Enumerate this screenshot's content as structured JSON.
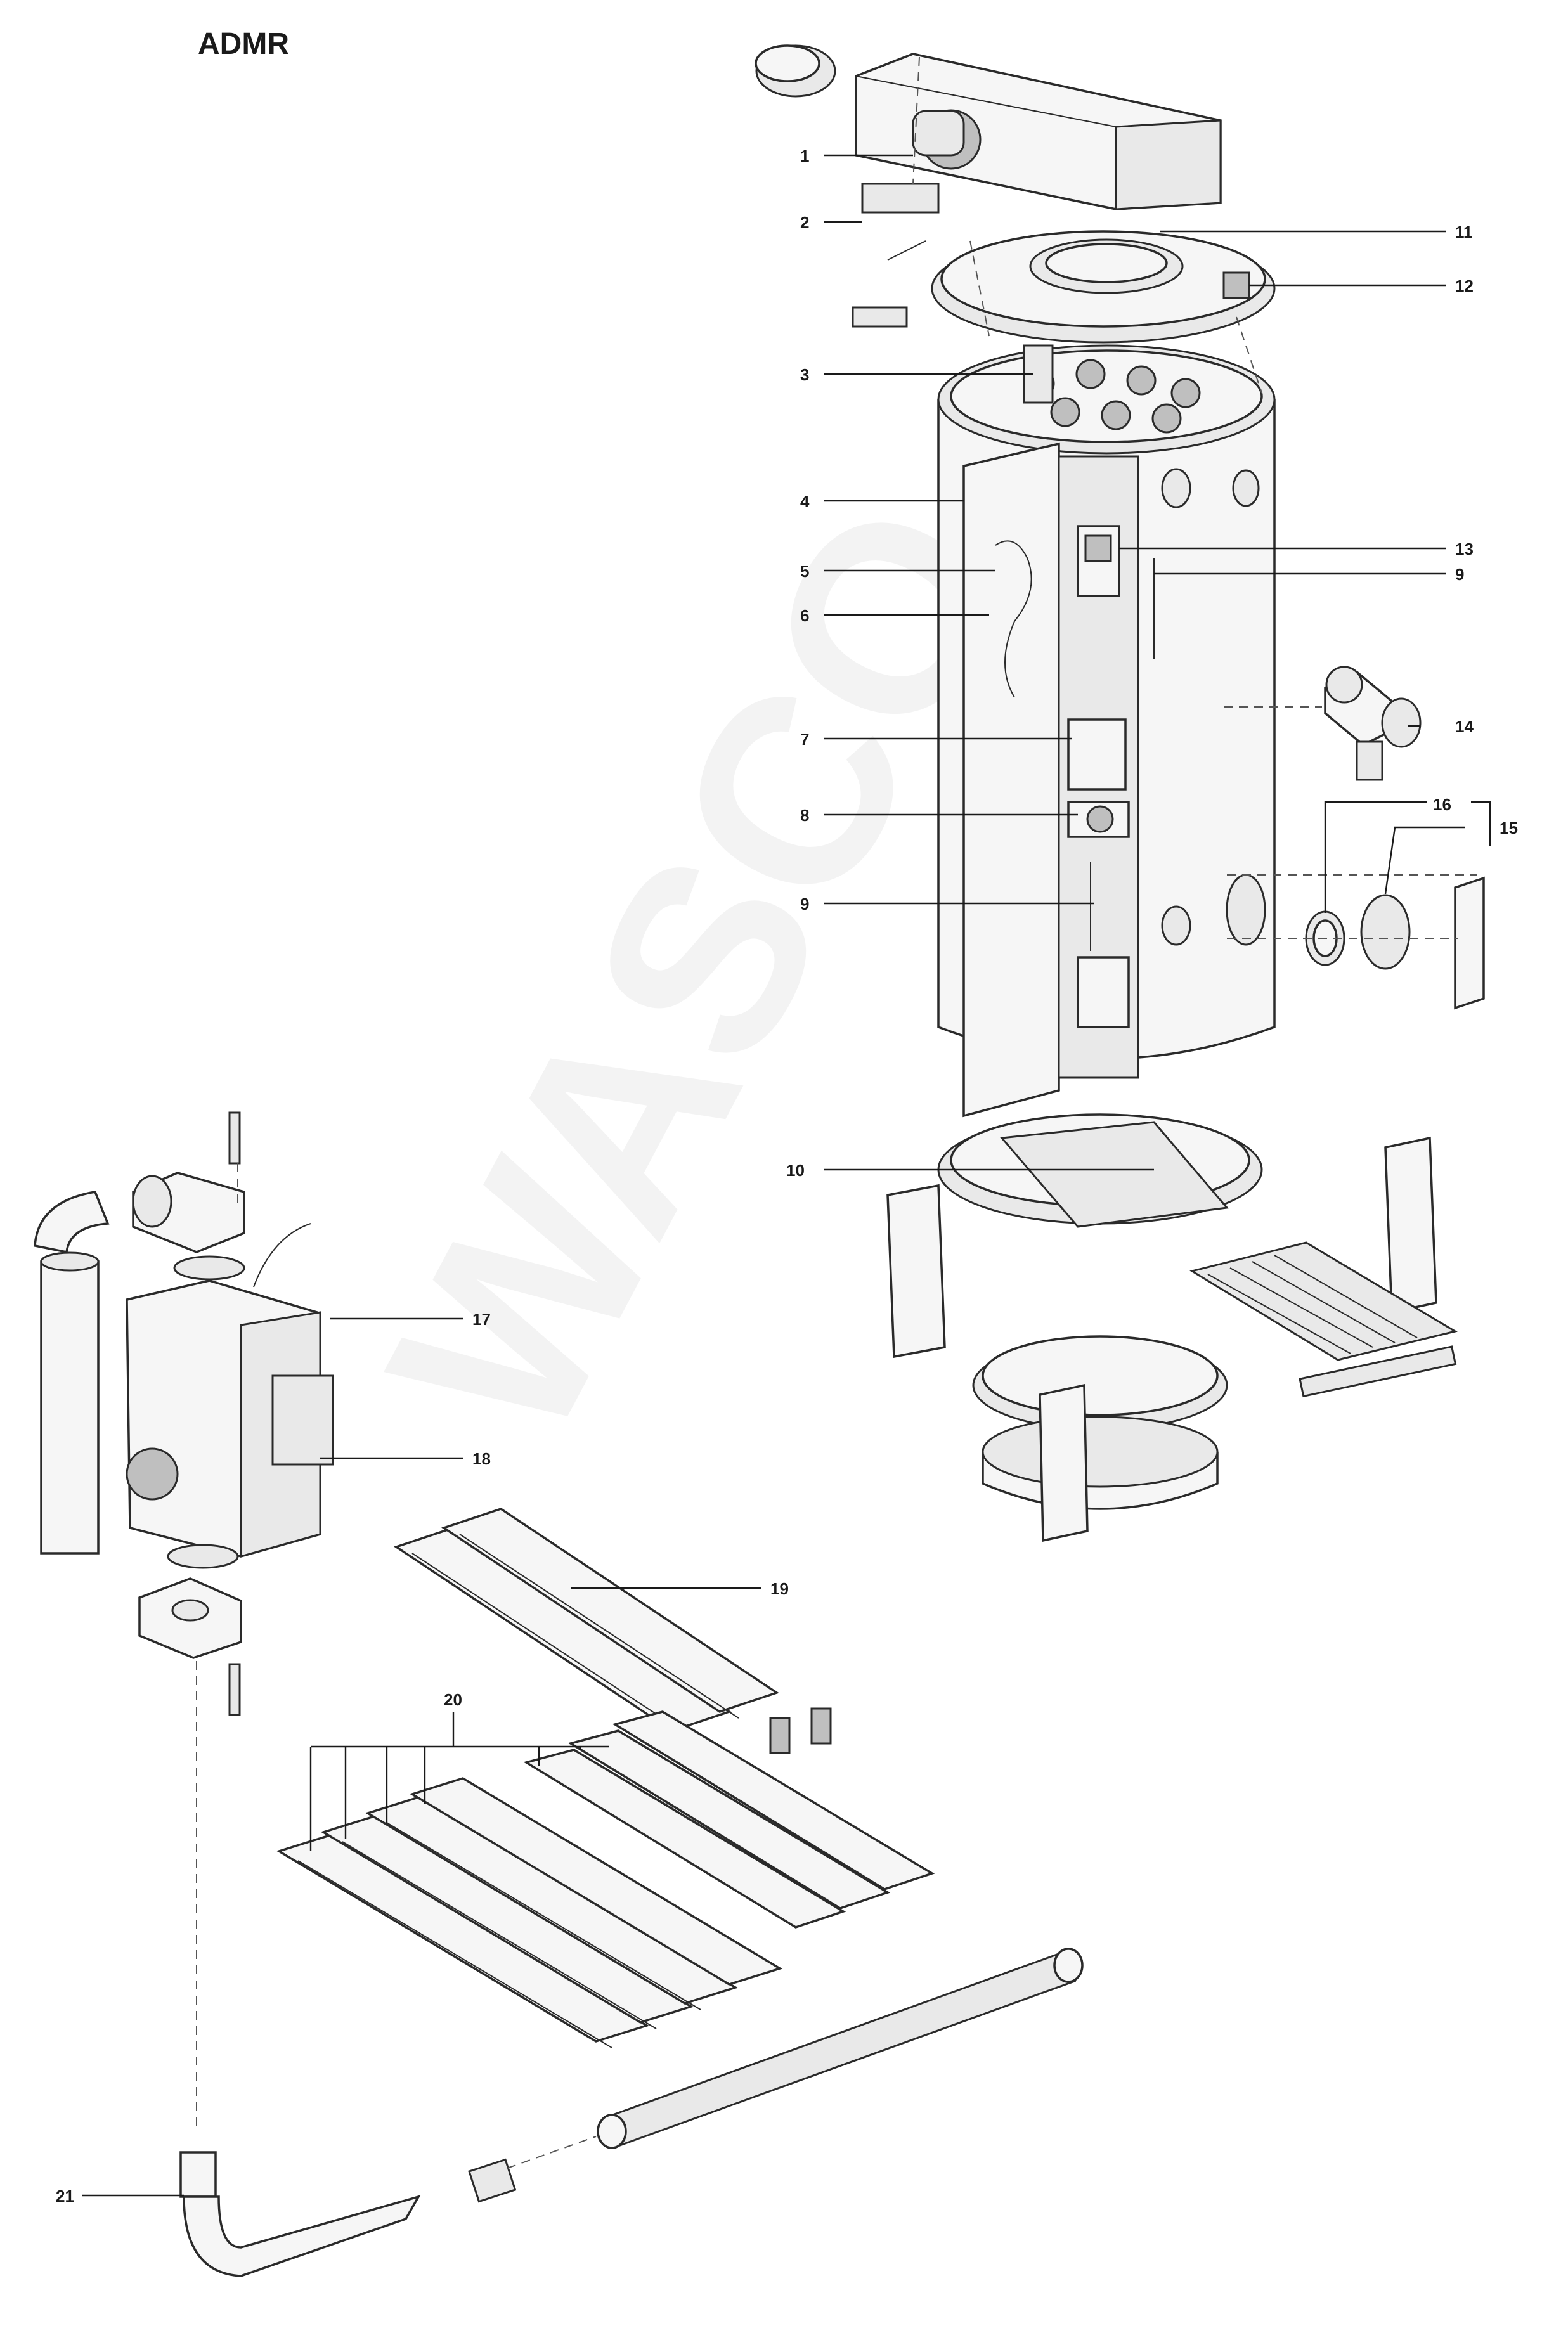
{
  "title": "ADMR",
  "watermark": "WASCO",
  "callouts": {
    "c1": "1",
    "c2": "2",
    "c3": "3",
    "c4": "4",
    "c5": "5",
    "c6": "6",
    "c7": "7",
    "c8": "8",
    "c9a": "9",
    "c9b": "9",
    "c10": "10",
    "c11": "11",
    "c12": "12",
    "c13": "13",
    "c14": "14",
    "c15": "15",
    "c16": "16",
    "c17": "17",
    "c18": "18",
    "c19": "19",
    "c20": "20",
    "c21": "21"
  }
}
